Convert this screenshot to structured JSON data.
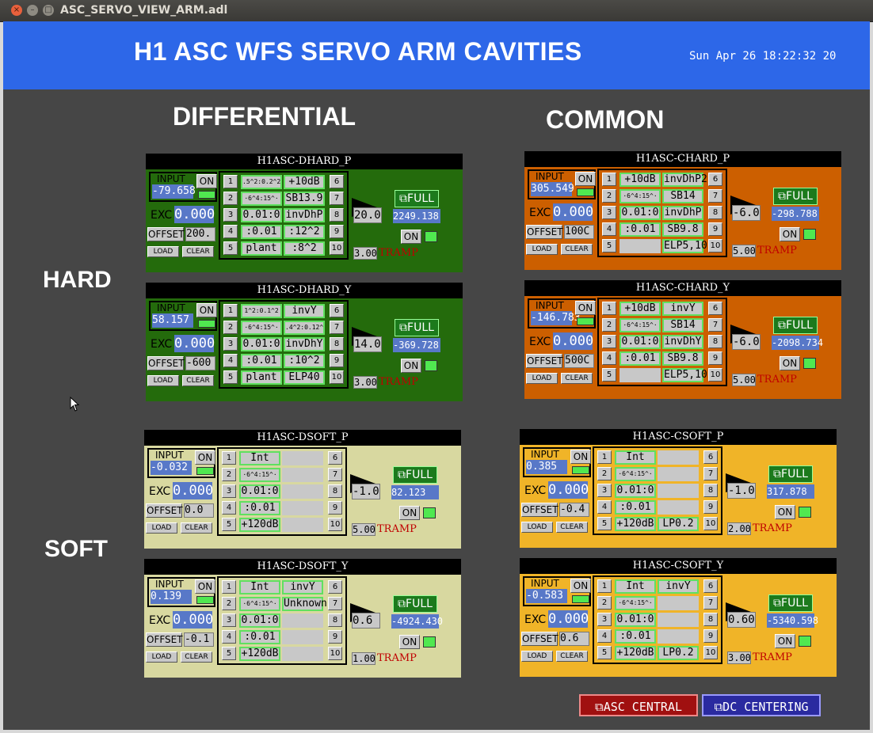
{
  "window": {
    "title": "ASC_SERVO_VIEW_ARM.adl"
  },
  "banner": {
    "title": "H1 ASC WFS SERVO ARM CAVITIES",
    "clock": "Sun Apr 26 18:22:32 20"
  },
  "headings": {
    "differential": "DIFFERENTIAL",
    "common": "COMMON",
    "hard": "HARD",
    "soft": "SOFT"
  },
  "labels": {
    "input": "INPUT",
    "exc": "EXC",
    "offset": "OFFSET",
    "load": "LOAD",
    "clear": "CLEAR",
    "on": "ON",
    "full": "FULL",
    "tramp": "TRAMP"
  },
  "panels": [
    {
      "title": "H1ASC-DHARD_P",
      "bg": "#246b0c",
      "input": "-79.658",
      "exc": "0.000",
      "offset": "200.",
      "gain": "20.0",
      "output": "2249.138",
      "tramp_value": "3.00",
      "filters": [
        ".5^2:0.2^2",
        "+10dB",
        "·6^4:15^·",
        "SB13.9",
        "0.01:0",
        "invDhP",
        ":0.01",
        ":12^2",
        "plant",
        ":8^2"
      ]
    },
    {
      "title": "H1ASC-DHARD_Y",
      "bg": "#246b0c",
      "input": "58.157",
      "exc": "0.000",
      "offset": "-600",
      "gain": "14.0",
      "output": "-369.728",
      "tramp_value": "3.00",
      "filters": [
        "1^2:0.1^2",
        "invY",
        "·6^4:15^·",
        ".4^2:0.12^",
        "0.01:0",
        "invDhY",
        ":0.01",
        ":10^2",
        "plant",
        "ELP40"
      ]
    },
    {
      "title": "H1ASC-CHARD_P",
      "bg": "#cc5f00",
      "input": "305.549",
      "exc": "0.000",
      "offset": "100C",
      "gain": "-6.0",
      "output": "-298.788",
      "tramp_value": "5.00",
      "filters": [
        "+10dB",
        "invDhP2",
        "·6^4:15^·",
        "SB14",
        "0.01:0",
        "invDhP",
        ":0.01",
        "SB9.8",
        "",
        "ELP5,10"
      ]
    },
    {
      "title": "H1ASC-CHARD_Y",
      "bg": "#cc5f00",
      "input": "-146.783",
      "exc": "0.000",
      "offset": "500C",
      "gain": "-6.0",
      "output": "-2098.734",
      "tramp_value": "5.00",
      "filters": [
        "+10dB",
        "invY",
        "·6^4:15^·",
        "SB14",
        "0.01:0",
        "invDhY",
        ":0.01",
        "SB9.8",
        "",
        "ELP5,10"
      ]
    },
    {
      "title": "H1ASC-DSOFT_P",
      "bg": "#d8d8a0",
      "input": "-0.032",
      "exc": "0.000",
      "offset": "0.0",
      "gain": "-1.0",
      "output": "82.123",
      "tramp_value": "5.00",
      "filters": [
        "Int",
        "",
        "·6^4:15^·",
        "",
        "0.01:0",
        "",
        ":0.01",
        "",
        "+120dB",
        ""
      ]
    },
    {
      "title": "H1ASC-DSOFT_Y",
      "bg": "#d8d8a0",
      "input": "0.139",
      "exc": "0.000",
      "offset": "-0.1",
      "gain": "0.6",
      "output": "-4924.430",
      "tramp_value": "1.00",
      "filters": [
        "Int",
        "invY",
        "·6^4:15^·",
        "Unknown",
        "0.01:0",
        "",
        ":0.01",
        "",
        "+120dB",
        ""
      ]
    },
    {
      "title": "H1ASC-CSOFT_P",
      "bg": "#f0b428",
      "input": "0.385",
      "exc": "0.000",
      "offset": "-0.4",
      "gain": "-1.0",
      "output": "317.878",
      "tramp_value": "2.00",
      "filters": [
        "Int",
        "",
        "·6^4:15^·",
        "",
        "0.01:0",
        "",
        ":0.01",
        "",
        "+120dB",
        "LP0.2"
      ]
    },
    {
      "title": "H1ASC-CSOFT_Y",
      "bg": "#f0b428",
      "input": "-0.583",
      "exc": "0.000",
      "offset": "0.6",
      "gain": "0.60",
      "output": "-5340.598",
      "tramp_value": "3.00",
      "filters": [
        "Int",
        "invY",
        "·6^4:15^·",
        "",
        "0.01:0",
        "",
        ":0.01",
        "",
        "+120dB",
        "LP0.2"
      ]
    }
  ],
  "nav": {
    "asc_central": "ASC CENTRAL",
    "dc_centering": "DC CENTERING"
  }
}
